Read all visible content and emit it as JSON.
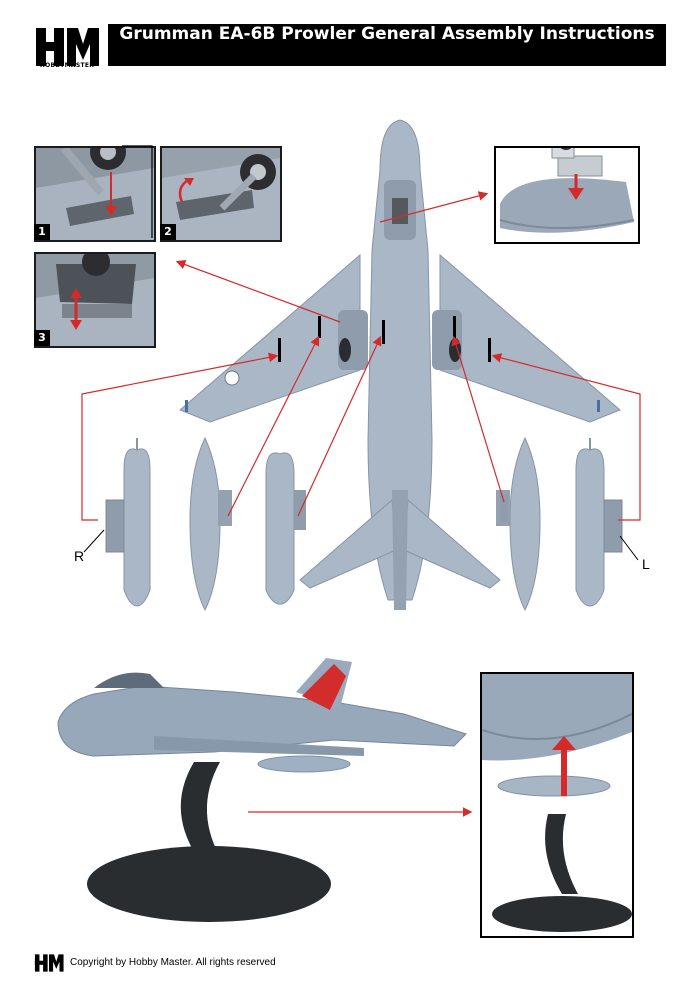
{
  "header": {
    "brand_mark": "HM",
    "brand_name": "HOBBYMASTER",
    "title": "Grumman EA-6B Prowler General Assembly Instructions"
  },
  "steps": [
    {
      "number": "1"
    },
    {
      "number": "2"
    },
    {
      "number": "3"
    }
  ],
  "side_labels": {
    "right": "R",
    "left": "L"
  },
  "footer": {
    "brand_mark": "HM",
    "copyright": "Copyright by Hobby Master. All rights reserved"
  },
  "colors": {
    "airframe": "#a9b7c6",
    "airframe_shadow": "#8795a5",
    "arrow": "#d42a2a",
    "stand": "#2a2d30",
    "title_bar": "#000000"
  },
  "icons": [
    "logo-mark",
    "callout-arrow",
    "pylon-pod",
    "landing-gear",
    "display-stand"
  ]
}
